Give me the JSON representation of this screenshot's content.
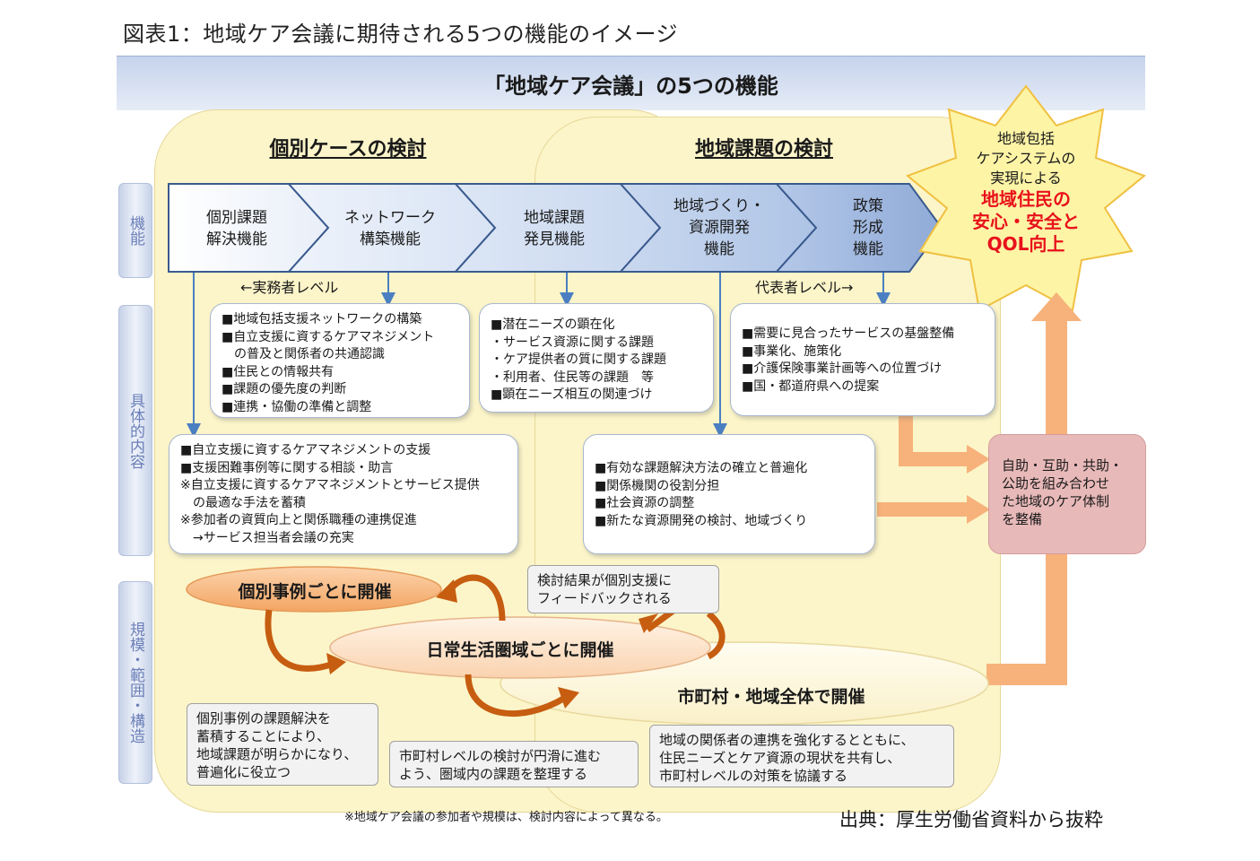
{
  "figure_title": "図表1：地域ケア会議に期待される5つの機能のイメージ",
  "header": "「地域ケア会議」の5つの機能",
  "sections": {
    "left": "個別ケースの検討",
    "right": "地域課題の検討"
  },
  "sidebar": {
    "function": "機能",
    "content": "具体的内容",
    "scale": "規模・範囲・構造"
  },
  "functions": [
    {
      "line1": "個別課題",
      "line2": "解決機能",
      "line3": ""
    },
    {
      "line1": "ネットワーク",
      "line2": "構築機能",
      "line3": ""
    },
    {
      "line1": "地域課題",
      "line2": "発見機能",
      "line3": ""
    },
    {
      "line1": "地域づくり・",
      "line2": "資源開発",
      "line3": "機能"
    },
    {
      "line1": "政策",
      "line2": "形成",
      "line3": "機能"
    }
  ],
  "levels": {
    "practitioner": "←実務者レベル",
    "representative": "代表者レベル→"
  },
  "star": {
    "line1": "地域包括",
    "line2": "ケアシステムの",
    "line3": "実現による",
    "highlight1": "地域住民の",
    "highlight2": "安心・安全と",
    "highlight3": "QOL向上"
  },
  "boxes": {
    "network": [
      "■地域包括支援ネットワークの構築",
      "■自立支援に資するケアマネジメント",
      "　の普及と関係者の共通認識",
      "■住民との情報共有",
      "■課題の優先度の判断",
      "■連携・協働の準備と調整"
    ],
    "discovery": [
      "■潜在ニーズの顕在化",
      "・サービス資源に関する課題",
      "・ケア提供者の質に関する課題",
      "・利用者、住民等の課題　等",
      "■顕在ニーズ相互の関連づけ"
    ],
    "policy": [
      "■需要に見合ったサービスの基盤整備",
      "■事業化、施策化",
      "■介護保険事業計画等への位置づけ",
      "■国・都道府県への提案"
    ],
    "individual": [
      "■自立支援に資するケアマネジメントの支援",
      "■支援困難事例等に関する相談・助言",
      "※自立支援に資するケアマネジメントとサービス提供",
      "　の最適な手法を蓄積",
      "※参加者の資質向上と関係職種の連携促進",
      "　→サービス担当者会議の充実"
    ],
    "resource": [
      "■有効な課題解決方法の確立と普遍化",
      "■関係機関の役割分担",
      "■社会資源の調整",
      "■新たな資源開発の検討、地域づくり"
    ],
    "pink": [
      "自助・互助・共助・",
      "公助を組み合わせ",
      "た地域のケア体制",
      "を整備"
    ]
  },
  "ellipses": {
    "case": "個別事例ごとに開催",
    "daily": "日常生活圏域ごとに開催",
    "city": "市町村・地域全体で開催"
  },
  "callouts": {
    "feedback": [
      "検討結果が個別支援に",
      "フィードバックされる"
    ],
    "accumulate": [
      "個別事例の課題解決を",
      "蓄積することにより、",
      "地域課題が明らかになり、",
      "普遍化に役立つ"
    ],
    "organize": [
      "市町村レベルの検討が円滑に進む",
      "よう、圏域内の課題を整理する"
    ],
    "share": [
      "地域の関係者の連携を強化するとともに、",
      "住民ニーズとケア資源の現状を共有し、",
      "市町村レベルの対策を協議する"
    ]
  },
  "footnote": "※地域ケア会議の参加者や規模は、検討内容によって異なる。",
  "source": "出典：厚生労働省資料から抜粋",
  "colors": {
    "panel": "#fcf5c9",
    "orange_arrow": "#f6b27a",
    "star_fill": "#fdf4a6",
    "star_text_red": "#e8121b",
    "pink_box": "#e8b9b9"
  }
}
